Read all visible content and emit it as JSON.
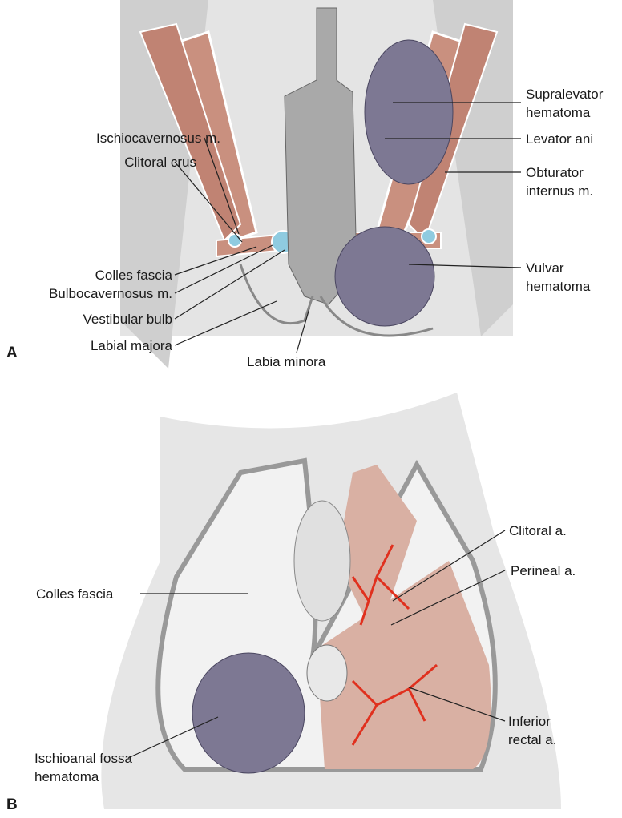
{
  "panel_a": {
    "letter": "A",
    "labels": {
      "supralevator": [
        "Supralevator",
        "hematoma"
      ],
      "levator_ani": "Levator ani",
      "obturator": [
        "Obturator",
        "internus m."
      ],
      "vulvar": [
        "Vulvar",
        "hematoma"
      ],
      "ischiocavernosus": "Ischiocavernosus m.",
      "clitoral_crus": "Clitoral crus",
      "colles_fascia": "Colles fascia",
      "bulbocavernosus": "Bulbocavernosus m.",
      "vestibular_bulb": "Vestibular bulb",
      "labial_majora": "Labial majora",
      "labia_minora": "Labia minora"
    }
  },
  "panel_b": {
    "letter": "B",
    "labels": {
      "clitoral_a": "Clitoral a.",
      "perineal_a": "Perineal a.",
      "colles_fascia": "Colles fascia",
      "inferior_rectal": [
        "Inferior",
        "rectal a."
      ],
      "ischioanal": [
        "Ischioanal fossa",
        "hematoma"
      ]
    }
  },
  "colors": {
    "muscle": "#c9907f",
    "hematoma": "#7d7893",
    "fat": "#dcdcdc",
    "artery": "#e0301e",
    "bulb": "#8fcbe0"
  }
}
